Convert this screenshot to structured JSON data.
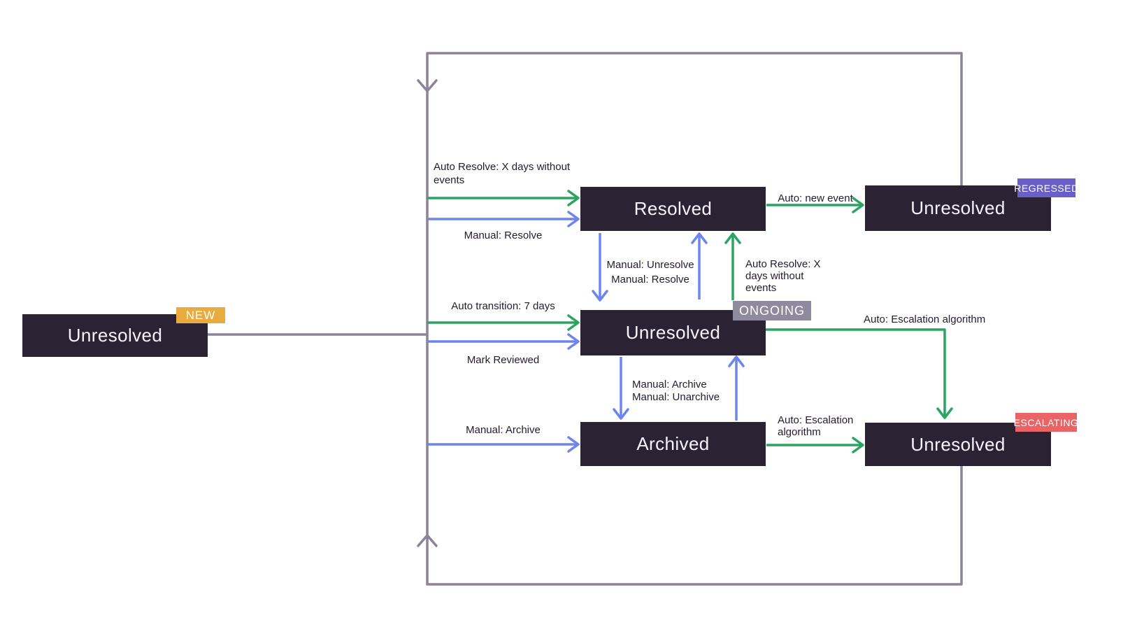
{
  "colors": {
    "node_bg": "#2b2233",
    "node_text": "#f6f4fa",
    "auto_green": "#2aa561",
    "manual_blue": "#6e84ee",
    "loop_purple": "#8c8399",
    "badge_new": "#e9ab3d",
    "badge_ongoing": "#8f8a9e",
    "badge_regressed": "#6a5ec9",
    "badge_escalating": "#ea6465",
    "label_text": "#241b2f",
    "background": "#ffffff"
  },
  "nodes": {
    "new": {
      "label": "Unresolved",
      "badge": "NEW"
    },
    "resolved": {
      "label": "Resolved"
    },
    "ongoing": {
      "label": "Unresolved",
      "badge": "ONGOING"
    },
    "archived": {
      "label": "Archived"
    },
    "regressed": {
      "label": "Unresolved",
      "badge": "REGRESSED"
    },
    "escalating": {
      "label": "Unresolved",
      "badge": "ESCALATING"
    }
  },
  "edges": {
    "auto_resolve_to_resolved": {
      "line1": "Auto Resolve: X days without",
      "line2": "events"
    },
    "manual_resolve_to_resolved": {
      "label": "Manual: Resolve"
    },
    "auto_transition": {
      "label": "Auto transition: 7 days"
    },
    "mark_reviewed": {
      "label": "Mark Reviewed"
    },
    "manual_archive_from_left": {
      "label": "Manual: Archive"
    },
    "manual_unresolve": {
      "label": "Manual: Unresolve"
    },
    "manual_resolve_mid": {
      "label": "Manual: Resolve"
    },
    "auto_resolve_mid": {
      "line1": "Auto Resolve: X",
      "line2": "days without",
      "line3": "events"
    },
    "auto_new_event": {
      "label": "Auto: new event"
    },
    "auto_escalation_from_ongoing": {
      "label": "Auto: Escalation algorithm"
    },
    "manual_archive_mid": {
      "label": "Manual: Archive"
    },
    "manual_unarchive_mid": {
      "label": "Manual: Unarchive"
    },
    "auto_escalation_from_archived": {
      "line1": "Auto: Escalation",
      "line2": "algorithm"
    }
  }
}
